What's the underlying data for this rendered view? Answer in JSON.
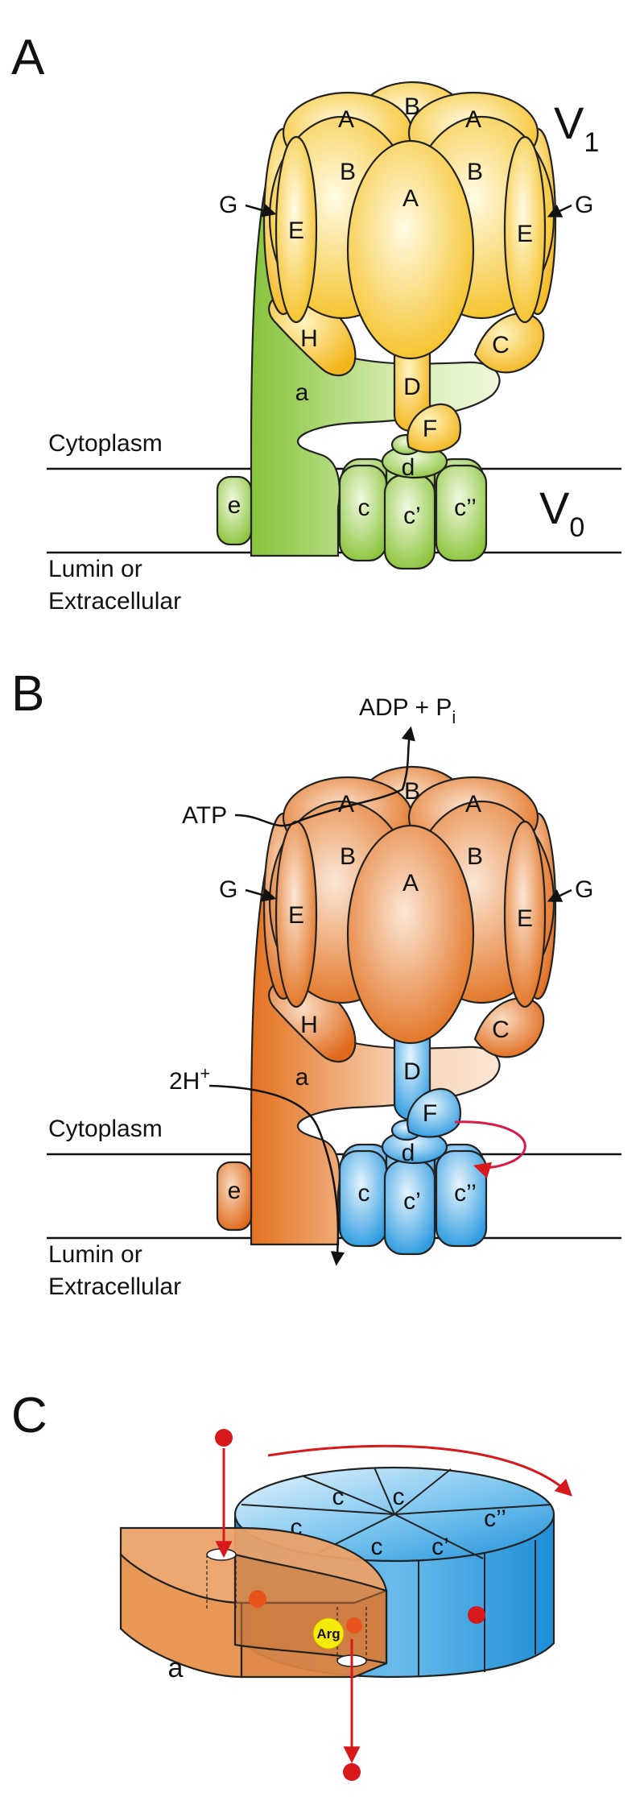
{
  "panels": {
    "A": {
      "letter": "A",
      "V1_main": "V",
      "V1_sub": "1",
      "V0_main": "V",
      "V0_sub": "0",
      "subunits": {
        "A_top_left": "A",
        "B_top": "B",
        "A_top_right": "A",
        "B_left": "B",
        "A_center": "A",
        "B_right": "B",
        "E_left": "E",
        "E_right": "E",
        "G_left": "G",
        "G_right": "G",
        "H": "H",
        "C": "C",
        "a": "a",
        "D": "D",
        "F": "F",
        "d": "d",
        "e": "e",
        "c": "c",
        "c_prime": "c’",
        "c_double": "c’’"
      },
      "cytoplasm": "Cytoplasm",
      "lumen_line1": "Lumin or",
      "lumen_line2": "Extracellular"
    },
    "B": {
      "letter": "B",
      "adp": "ADP + P",
      "adp_sub": "i",
      "atp": "ATP",
      "proton_main": "2H",
      "proton_sup": "+",
      "subunits": {
        "A_top_left": "A",
        "B_top": "B",
        "A_top_right": "A",
        "B_left": "B",
        "A_center": "A",
        "B_right": "B",
        "E_left": "E",
        "E_right": "E",
        "G_left": "G",
        "G_right": "G",
        "H": "H",
        "C": "C",
        "a": "a",
        "D": "D",
        "F": "F",
        "d": "d",
        "e": "e",
        "c": "c",
        "c_prime": "c’",
        "c_double": "c’’"
      },
      "cytoplasm": "Cytoplasm",
      "lumen_line1": "Lumin or",
      "lumen_line2": "Extracellular"
    },
    "C": {
      "letter": "C",
      "ring_labels": [
        "c",
        "c",
        "c",
        "c",
        "c’",
        "c’’"
      ],
      "a": "a",
      "arg": "Arg"
    }
  },
  "colors": {
    "v1_yellow_light": "#fff6c8",
    "v1_yellow": "#f7c42b",
    "stator_green_light": "#e4f3c6",
    "stator_green": "#8cc43c",
    "orange_light": "#fbe3cf",
    "orange": "#e6731f",
    "blue_light": "#d9eefb",
    "blue": "#2d9be0",
    "red": "#d7191c",
    "arg_yellow": "#f5ea0c",
    "panel_c_orange": "#ea9a5a",
    "panel_c_blue": "#3fa6e4"
  }
}
